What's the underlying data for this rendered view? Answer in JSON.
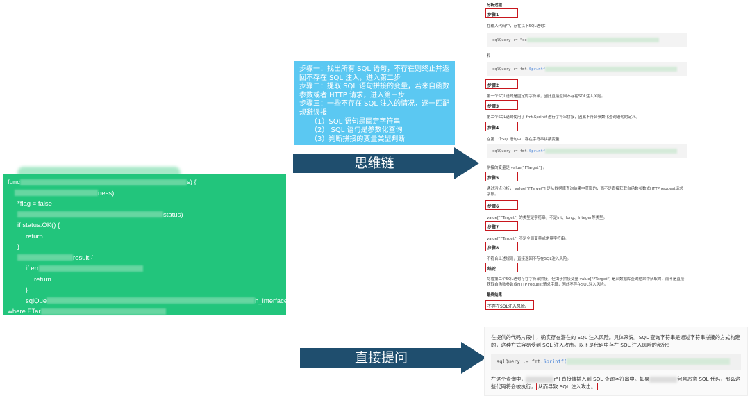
{
  "code_box": {
    "lines": [
      "func",
      "s) {",
      "ness)",
      "*flag = false",
      "status)",
      "if status.OK() {",
      "return",
      "}",
      "result {",
      "if err",
      "return",
      "}",
      "sqlQue",
      "h_interface",
      "where FTar",
      "}"
    ],
    "color": "#22c57c"
  },
  "steps_box": {
    "lines": [
      "步骤一：找出所有 SQL 语句，不存在则终止并返回不存在 SQL 注入，进入第二步",
      "步骤二：提取 SQL 语句拼接的变量，若来自函数参数或者 HTTP 请求，进入第三步",
      "步骤三：一些不存在 SQL 注入的情况，逐一匹配规避误报",
      "（1）SQL 语句是固定字符串",
      "（2） SQL 语句是参数化查询",
      "（3）判断拼接的变量类型判断"
    ],
    "color": "#5bc8f2"
  },
  "arrows": {
    "chain_label": "思维链",
    "direct_label": "直接提问",
    "color": "#1f4e6e"
  },
  "cot_panel": {
    "title": "分析过程",
    "step1": "步骤1",
    "s1_text": "在输入代码中，存在以下SQL语句：",
    "code1": "sqlQuery := \"se",
    "and": "和",
    "code2_a": "sqlQuery := fmt.",
    "code2_b": "Sprintf",
    "step2": "步骤2",
    "s2_text": "第一个SQL语句是固定的字符串，因此直接返回不存在SQL注入风险。",
    "step3": "步骤3",
    "s3_text": "第二个SQL语句使用了 fmt.Sprintf 进行字符串拼接，因此不符合参数化查询语句的定义。",
    "step4": "步骤4",
    "s4_text": "在第二个SQL语句中，存在字符串拼接变量：",
    "code3_a": "sqlQuery := fmt.",
    "code3_b": "Sprintf",
    "s4_text2": "拼接的变量是 value[\"FTarget\"] 。",
    "step5": "步骤5",
    "s5_text": "通过污点分析， value[\"FTarget\"] 是从数据库查询结果中获取的，而不是直接获取自函数参数或HTTP request请求字段。",
    "step6": "步骤6",
    "s6_text": "value[\"FTarget\"] 的类型是字符串，不是int、long、Integer等类型。",
    "step7": "步骤7",
    "s7_text": "value[\"FTarget\"] 不是全局变量或常量字符串。",
    "step8": "步骤8",
    "s8_text": "不符合上述规则，直接返回不存在SQL注入风险。",
    "conclusion": "结论",
    "c_text": "尽管第二个SQL语句存在字符串拼接，但由于拼接变量 value[\"FTarget\"] 是从数据库查询结果中获取的，而不是直接获取自函数参数或HTTP request请求字段，因此不存在SQL注入风险。",
    "final": "最终结果",
    "final_text": "不存在SQL注入风险。"
  },
  "direct_panel": {
    "p1": "在提供的代码片段中，确实存在潜在的 SQL 注入风险。具体来说，SQL 查询字符串是通过字符串拼接的方式构建的，这种方式容易受到 SQL 注入攻击。以下是代码中存在 SQL 注入风险的部分：",
    "code_a": "sqlQuery := fmt.",
    "code_b": "Sprintf(",
    "p2_a": "在这个查询中，",
    "p2_b": "r\"] 直接被插入到 SQL 查询字符串中。如果",
    "p2_c": "包含恶意 SQL 代码，那么这些代码将会被执行，",
    "p2_hl": "从而导致 SQL 注入攻击。"
  },
  "highlight_color": "#c8161d"
}
